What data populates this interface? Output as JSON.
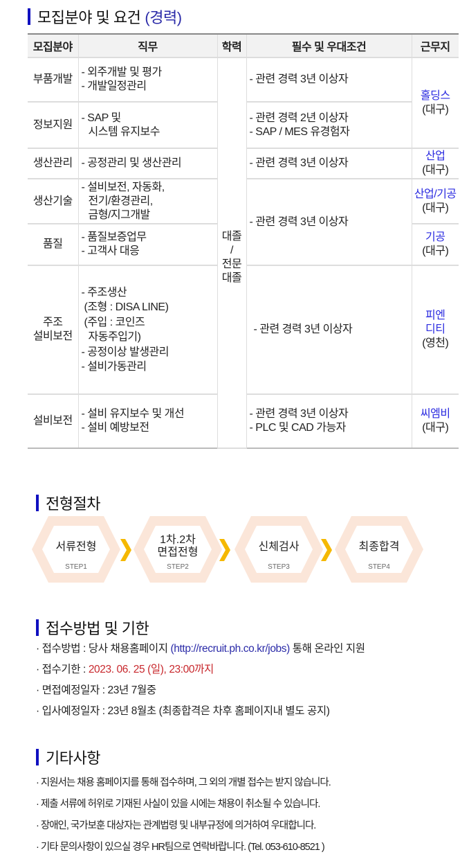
{
  "section1": {
    "title": "모집분야 및 요건",
    "title_paren": "(경력)"
  },
  "table": {
    "headers": [
      "모집분야",
      "직무",
      "학력",
      "필수 및 우대조건",
      "근무지"
    ],
    "education": [
      "대졸",
      "/",
      "전문",
      "대졸"
    ],
    "rows": [
      {
        "field": "부품개발",
        "duties": [
          "- 외주개발 및 평가",
          "- 개발일정관리"
        ],
        "req": [
          "- 관련 경력 3년 이상자"
        ]
      },
      {
        "field": "정보지원",
        "duties": [
          "- SAP 및",
          "시스템 유지보수"
        ],
        "req": [
          "- 관련 경력 2년 이상자",
          "- SAP / MES 유경험자"
        ]
      },
      {
        "field": "생산관리",
        "duties": [
          "- 공정관리 및 생산관리"
        ],
        "req": [
          "- 관련 경력 3년 이상자"
        ]
      },
      {
        "field": "생산기술",
        "duties": [
          "- 설비보전, 자동화,",
          "전기/환경관리,",
          "금형/지그개발"
        ],
        "req": [
          "- 관련 경력 3년 이상자"
        ]
      },
      {
        "field": "품질",
        "duties": [
          "- 품질보증업무",
          "- 고객사 대응"
        ]
      },
      {
        "field": [
          "주조",
          "설비보전"
        ],
        "duties": [
          "- 주조생산",
          "(조형 : DISA LINE)",
          "(주입 : 코인즈",
          "자동주입기)",
          "- 공정이상 발생관리",
          "- 설비가동관리"
        ],
        "req": [
          "- 관련 경력 3년 이상자"
        ]
      },
      {
        "field": "설비보전",
        "duties": [
          "- 설비 유지보수 및 개선",
          "- 설비 예방보전"
        ],
        "req": [
          "- 관련 경력 3년 이상자",
          "- PLC 및 CAD 가능자"
        ]
      }
    ],
    "locations": [
      {
        "company": [
          "홀딩스"
        ],
        "city": "(대구)"
      },
      {
        "company": [
          "산업"
        ],
        "city": "(대구)"
      },
      {
        "company": [
          "산업/기공"
        ],
        "city": "(대구)"
      },
      {
        "company": [
          "기공"
        ],
        "city": "(대구)"
      },
      {
        "company": [
          "피엔",
          "디티"
        ],
        "city": "(영천)"
      },
      {
        "company": [
          "씨엠비"
        ],
        "city": "(대구)"
      }
    ]
  },
  "section2": {
    "title": "전형절차",
    "steps": [
      {
        "label": [
          "서류전형"
        ],
        "step": "STEP1"
      },
      {
        "label": [
          "1차.2차",
          "면접전형"
        ],
        "step": "STEP2"
      },
      {
        "label": [
          "신체검사"
        ],
        "step": "STEP3"
      },
      {
        "label": [
          "최종합격"
        ],
        "step": "STEP4"
      }
    ]
  },
  "section3": {
    "title": "접수방법 및 기한",
    "method_label": "· 접수방법 : 당사 채용홈페이지 ",
    "method_url": "(http://recruit.ph.co.kr/jobs)",
    "method_suffix": " 통해 온라인 지원",
    "deadline_label": "· 접수기한 : ",
    "deadline_value": "2023. 06. 25 (일), 23:00까지",
    "interview": "· 면접예정일자 : 23년 7월중",
    "join": "· 입사예정일자 : 23년 8월초 (최종합격은 차후 홈페이지내 별도 공지)"
  },
  "section4": {
    "title": "기타사항",
    "items": [
      "· 지원서는 채용 홈페이지를 통해 접수하며, 그 외의 개별 접수는 받지 않습니다.",
      "· 제출 서류에 허위로 기재된 사실이 있을 시에는 채용이 취소될 수 있습니다.",
      "· 장애인, 국가보훈 대상자는 관계법령 및 내부규정에 의거하여 우대합니다.",
      "· 기타 문의사항이 있으실 경우 HR팀으로 연락바랍니다.  (Tel. 053-610-8521 )"
    ]
  },
  "colors": {
    "accent_bar": "#1010c0",
    "link": "#2b2ba8",
    "deadline": "#c8282d",
    "company": "#2a2ae0",
    "hex_outer": "#fbe6d9",
    "arrow": "#f5b800"
  }
}
